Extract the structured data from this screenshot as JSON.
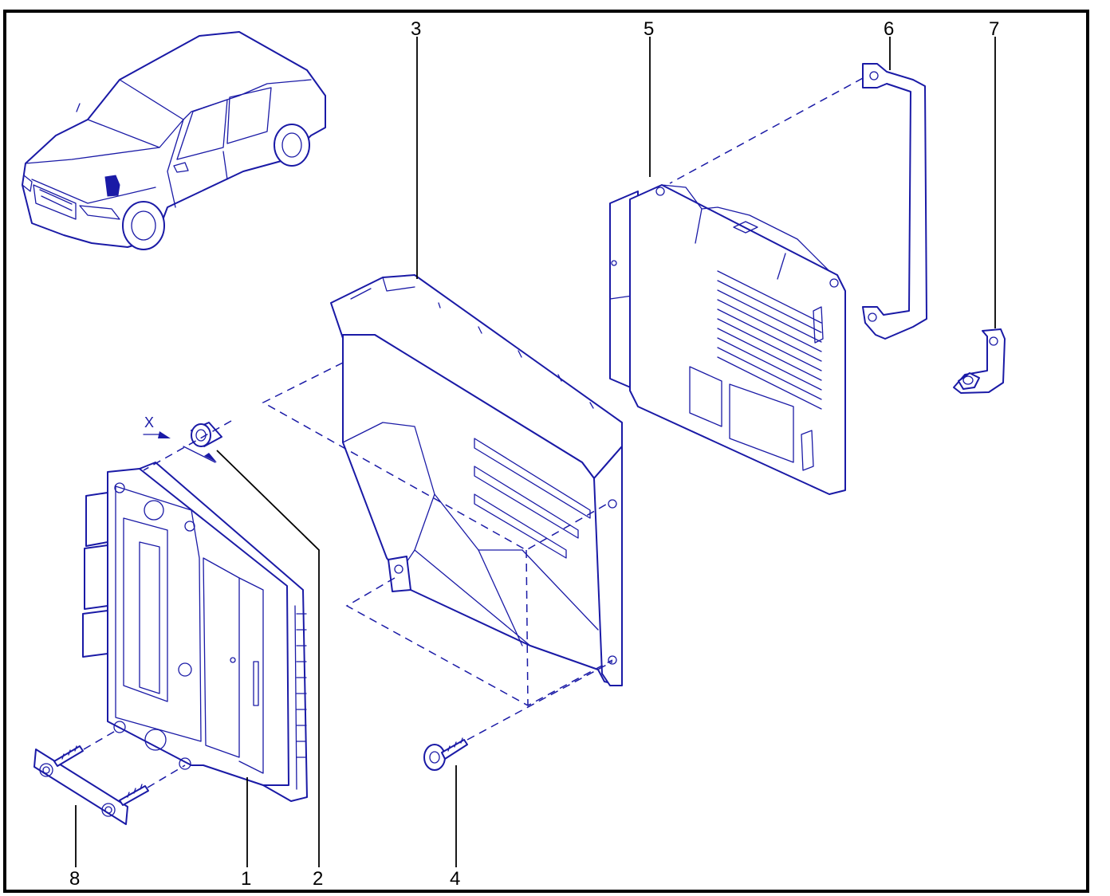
{
  "callouts": [
    "1",
    "2",
    "3",
    "4",
    "5",
    "6",
    "7",
    "8"
  ],
  "dimension_label": "X",
  "colors": {
    "linework": "#1a1aa6",
    "frame": "#000000",
    "background": "#ffffff"
  },
  "parts": {
    "vehicle": "car-locator-icon",
    "ecu_front": "ecu-unit-1",
    "nut": "nut-2",
    "bracket": "mounting-bracket-3",
    "screw": "screw-4",
    "ecu_rear": "ecu-unit-5",
    "strap": "retaining-strap-6",
    "clip": "clip-7",
    "plate": "fixing-plate-8"
  }
}
